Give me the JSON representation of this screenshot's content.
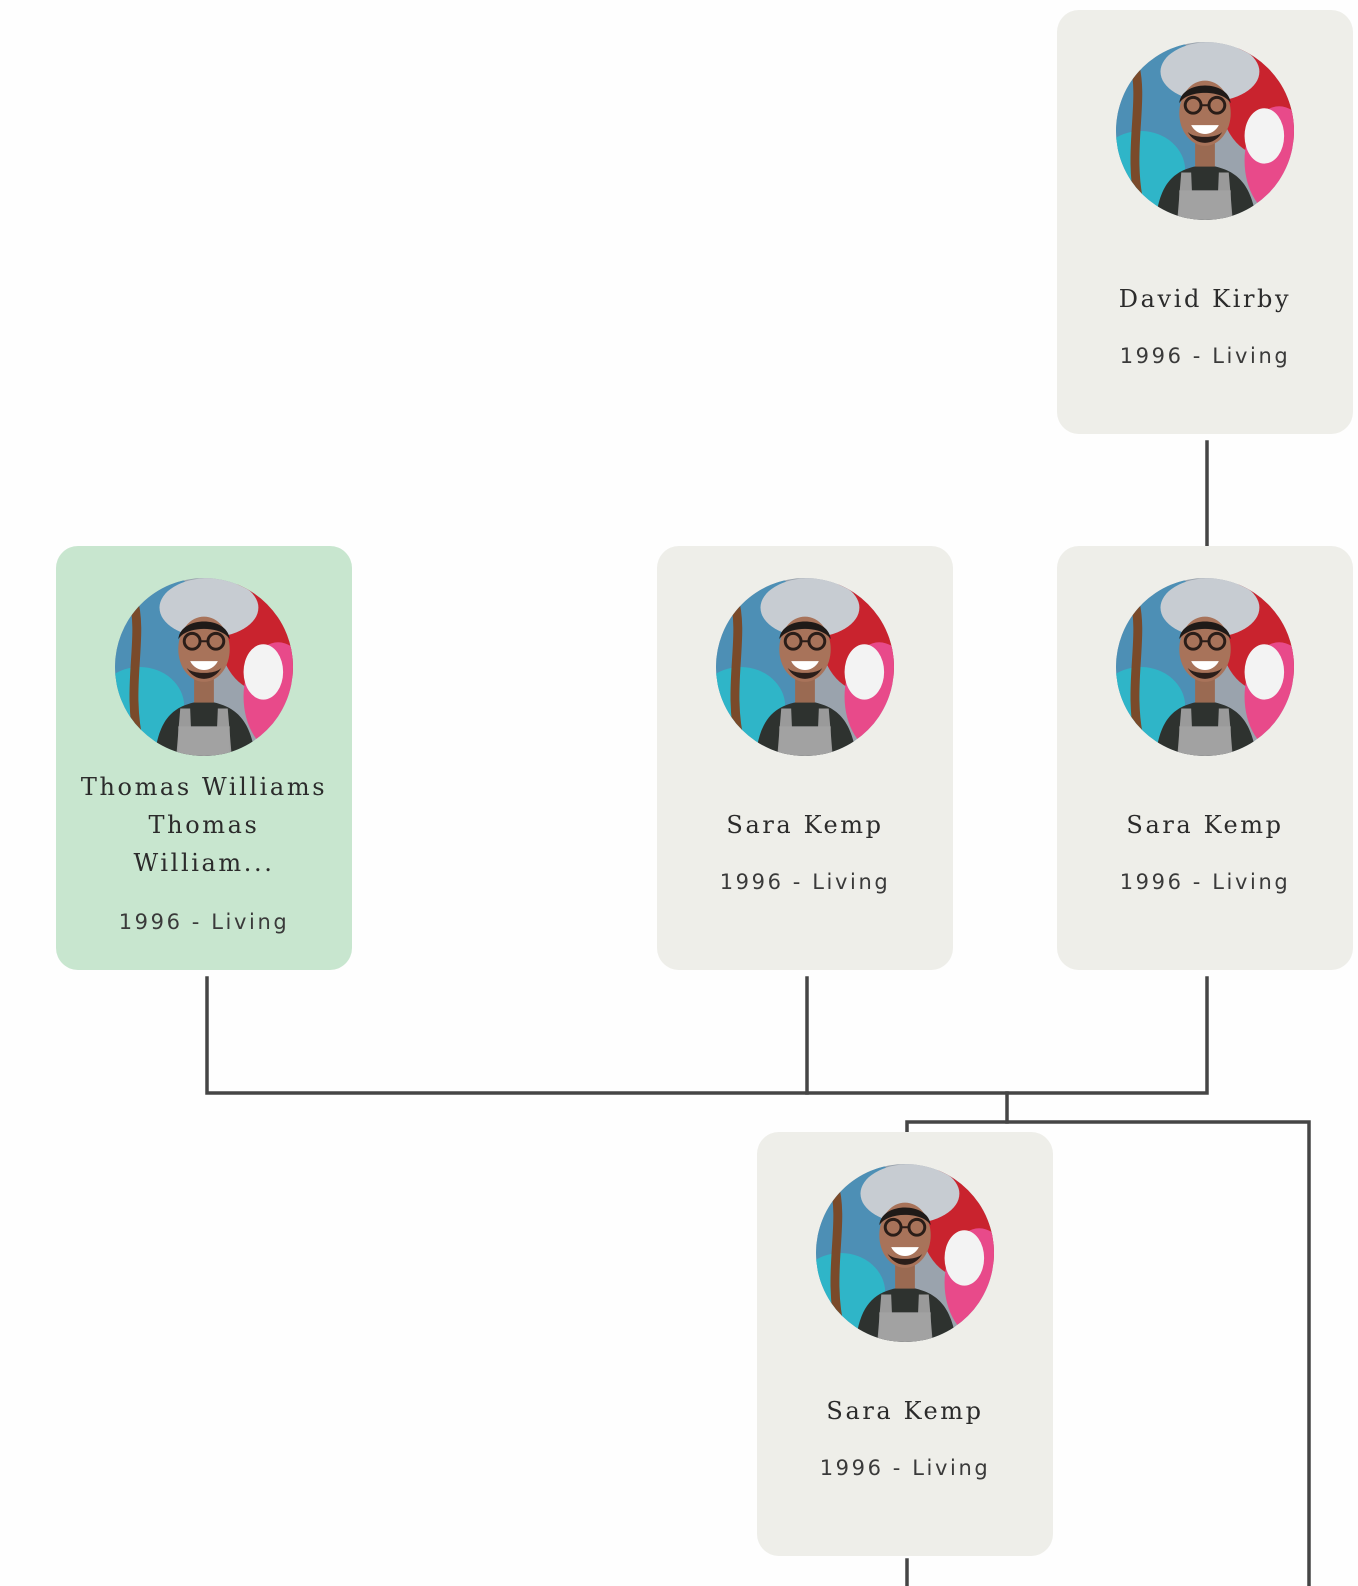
{
  "tree": {
    "colors": {
      "card_default": "#eeeee9",
      "card_focus": "#c8e6cf",
      "connector": "#454545"
    },
    "people": {
      "david_kirby": {
        "name": "David Kirby",
        "dates": "1996 - Living",
        "avatar_icon": "person-photo-icon"
      },
      "thomas_williams": {
        "name_line1": "Thomas Williams",
        "name_line2": "Thomas",
        "name_line3": "William...",
        "dates": "1996 - Living",
        "avatar_icon": "person-photo-icon",
        "selected": true
      },
      "sara_kemp_1": {
        "name": "Sara Kemp",
        "dates": "1996 - Living",
        "avatar_icon": "person-photo-icon"
      },
      "sara_kemp_2": {
        "name": "Sara Kemp",
        "dates": "1996 - Living",
        "avatar_icon": "person-photo-icon"
      },
      "sara_kemp_3": {
        "name": "Sara Kemp",
        "dates": "1996 - Living",
        "avatar_icon": "person-photo-icon"
      }
    }
  }
}
